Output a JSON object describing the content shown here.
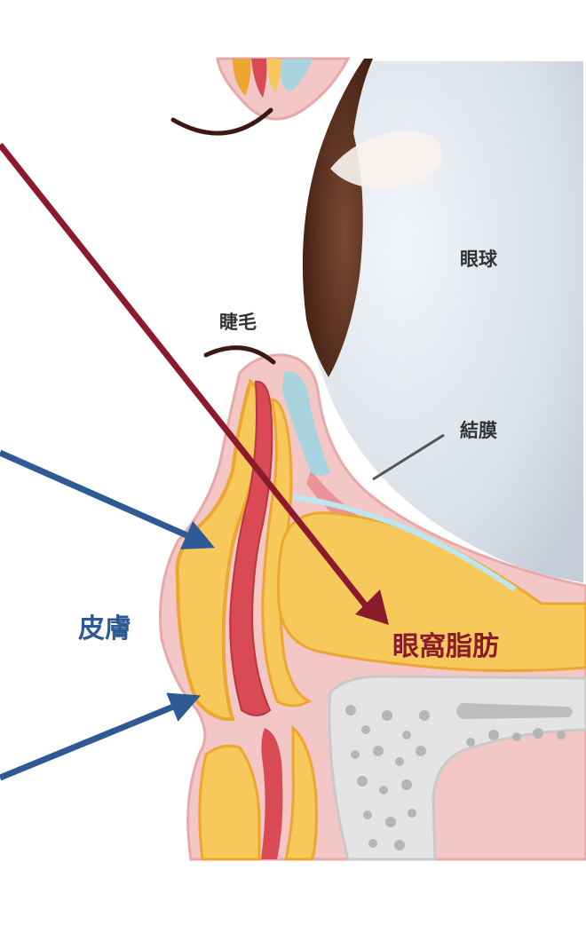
{
  "labels": {
    "eyeball": "眼球",
    "eyelash": "睫毛",
    "conjunctiva": "結膜",
    "skin": "皮膚",
    "orbital_fat": "眼窩脂肪"
  },
  "colors": {
    "skin_pink": "#f2c7c6",
    "skin_edge": "#e7a9a8",
    "fat_yellow": "#f7c95a",
    "fat_orange": "#eda62f",
    "muscle_red": "#d94a55",
    "eyeball_grey": "#d9e0e8",
    "iris_brown": "#5a2f1f",
    "conjunctiva_blue": "#a9d3de",
    "bone_grey": "#e4e4e4",
    "blue_arrow": "#2d5a94",
    "red_arrow": "#8b1b2c"
  }
}
